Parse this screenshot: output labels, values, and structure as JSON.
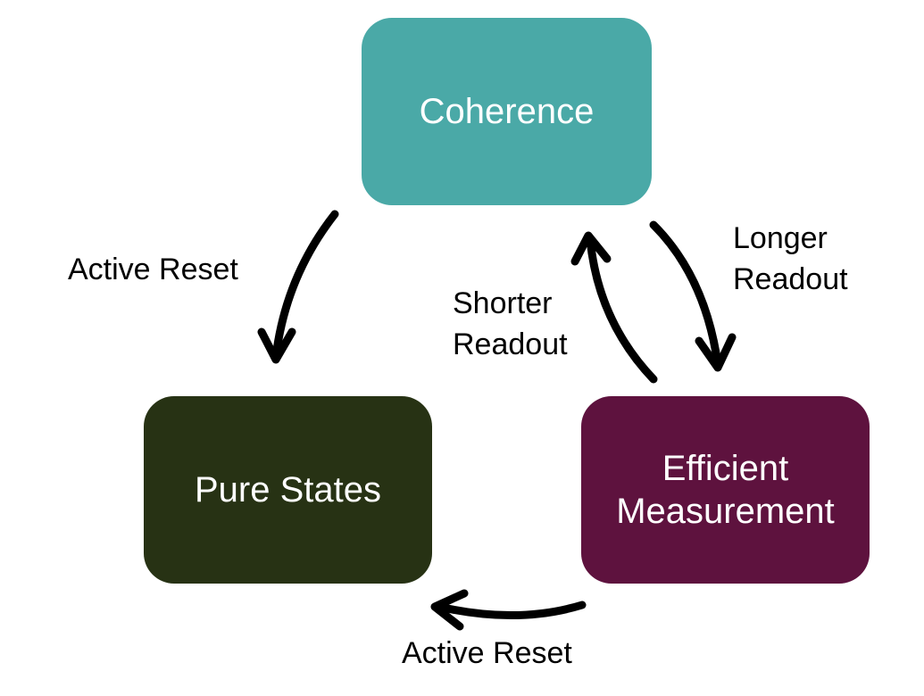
{
  "nodes": {
    "coherence": {
      "label": "Coherence",
      "color": "#4aa9a7"
    },
    "pure_states": {
      "label": "Pure States",
      "color": "#273214"
    },
    "efficient_measurement": {
      "label": "Efficient\nMeasurement",
      "color": "#5e123e"
    }
  },
  "edges": [
    {
      "from": "coherence",
      "to": "pure_states",
      "label": "Active Reset"
    },
    {
      "from": "coherence",
      "to": "efficient_measurement",
      "label": "Longer\nReadout"
    },
    {
      "from": "efficient_measurement",
      "to": "coherence",
      "label": "Shorter\nReadout"
    },
    {
      "from": "efficient_measurement",
      "to": "pure_states",
      "label": "Active Reset"
    }
  ]
}
